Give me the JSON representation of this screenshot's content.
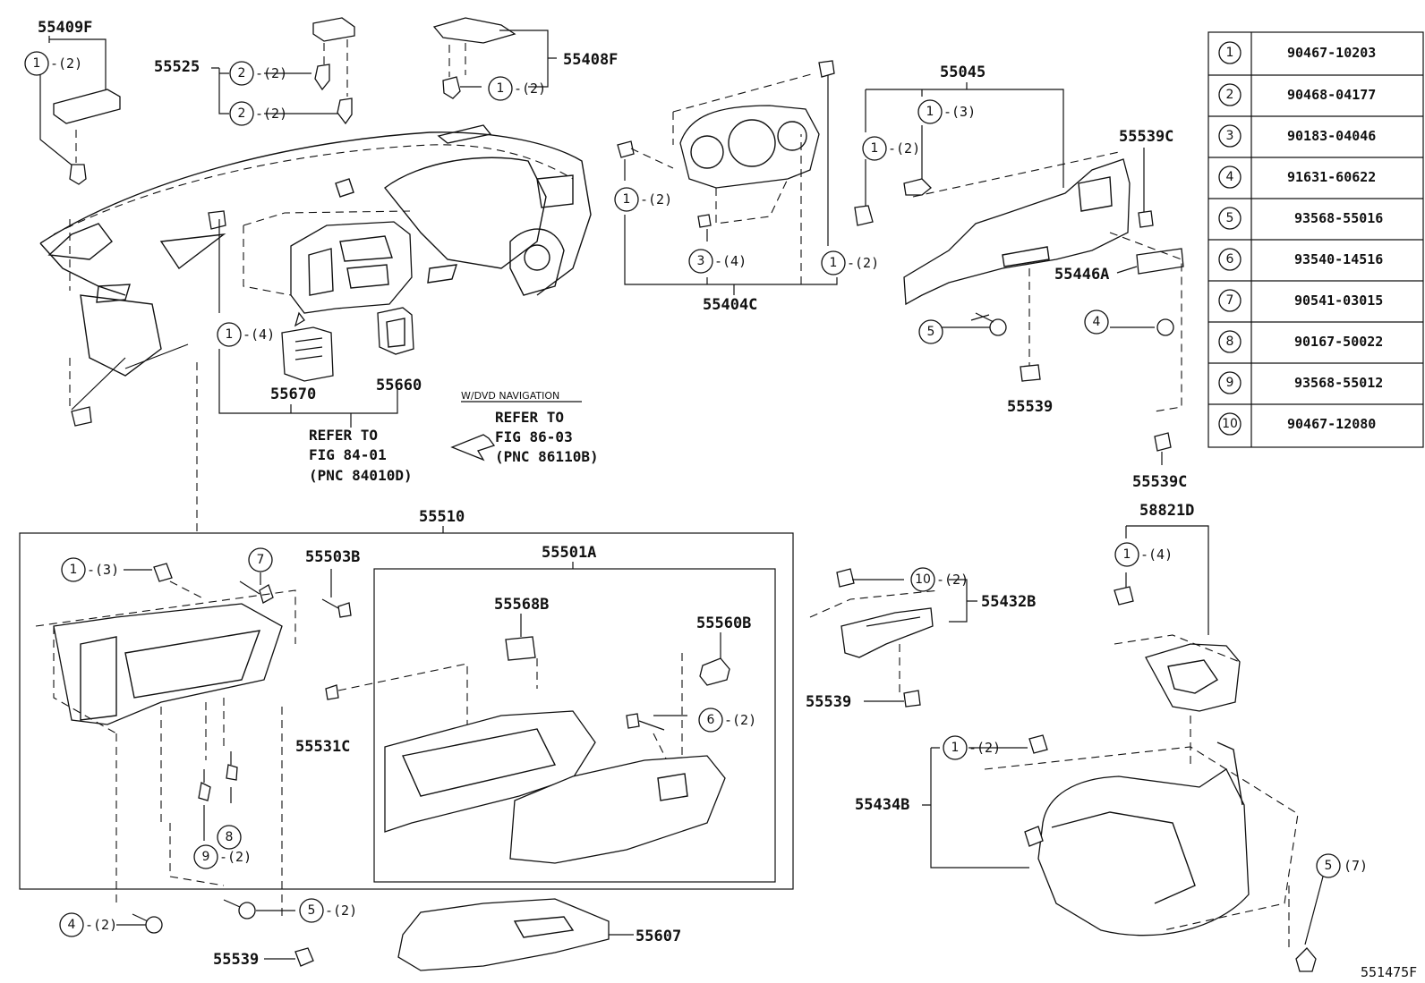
{
  "parts_table": [
    {
      "num": "1",
      "part": "90467-10203"
    },
    {
      "num": "2",
      "part": "90468-04177"
    },
    {
      "num": "3",
      "part": "90183-04046"
    },
    {
      "num": "4",
      "part": "91631-60622"
    },
    {
      "num": "5",
      "part": "93568-55016"
    },
    {
      "num": "6",
      "part": "93540-14516"
    },
    {
      "num": "7",
      "part": "90541-03015"
    },
    {
      "num": "8",
      "part": "90167-50022"
    },
    {
      "num": "9",
      "part": "93568-55012"
    },
    {
      "num": "10",
      "part": "90467-12080"
    }
  ],
  "labels": {
    "p55409F": "55409F",
    "p55525": "55525",
    "p55408F": "55408F",
    "p55045": "55045",
    "p55539C_top": "55539C",
    "p55446A": "55446A",
    "p55404C": "55404C",
    "p55670": "55670",
    "p55660": "55660",
    "p55539_mid": "55539",
    "p55539C_right": "55539C",
    "p58821D": "58821D",
    "p55510": "55510",
    "p55501A": "55501A",
    "p55503B": "55503B",
    "p55568B": "55568B",
    "p55560B": "55560B",
    "p55531C": "55531C",
    "p55432B": "55432B",
    "p55539_lower": "55539",
    "p55434B": "55434B",
    "p55607": "55607",
    "p55539_bottom": "55539",
    "fig_id": "551475F"
  },
  "refs": {
    "left": [
      "REFER TO",
      "FIG 84-01",
      "(PNC 84010D)"
    ],
    "right_note": "W/DVD NAVIGATION",
    "right": [
      "REFER TO",
      "FIG 86-03",
      "(PNC 86110B)"
    ]
  },
  "callouts": {
    "c1": "1",
    "c2": "2",
    "c3": "3",
    "c4": "4",
    "c5": "5",
    "c6": "6",
    "c7": "7",
    "c8": "8",
    "c9": "9",
    "c10": "10",
    "q2": "-(2)",
    "q3": "-(3)",
    "q4": "-(4)",
    "q7": "(7)"
  }
}
